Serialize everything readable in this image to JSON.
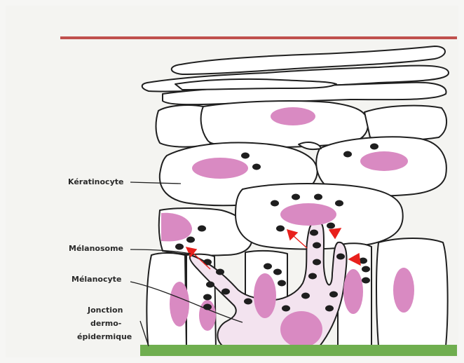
{
  "labels": {
    "keratinocyte": "Kératinocyte",
    "melanosome": "Mélanosome",
    "melanocyte": "Mélanocyte",
    "junction_line1": "Jonction",
    "junction_line2": "dermo-",
    "junction_line3": "épidermique"
  },
  "colors": {
    "background": "#f6f6f4",
    "outline": "#1f1f1f",
    "nucleus": "#d98ac2",
    "melanosome": "#1e1e1e",
    "melanocyte_fill": "#f3e3ef",
    "top_line": "#c0504d",
    "basement": "#6fae4f",
    "arrow": "#e8201c"
  }
}
